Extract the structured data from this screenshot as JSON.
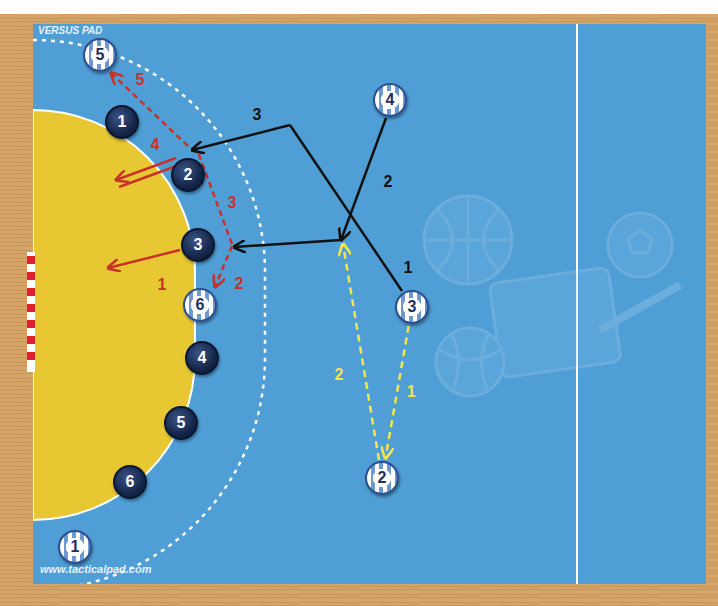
{
  "diagram": {
    "nodes": [
      {
        "text": [
          "5"
        ]
      },
      {
        "text": [
          "1"
        ]
      },
      {
        "text": [
          "4"
        ]
      },
      {
        "text": [
          "2"
        ]
      },
      {
        "text": [
          "3"
        ]
      },
      {
        "text": [
          "6"
        ]
      },
      {
        "text": [
          "3"
        ]
      },
      {
        "text": [
          "4"
        ]
      },
      {
        "text": [
          "5"
        ]
      },
      {
        "text": [
          "6"
        ]
      },
      {
        "text": [
          "2"
        ]
      },
      {
        "text": [
          "1"
        ]
      }
    ],
    "edges": [
      {
        "from": 6,
        "to": 10,
        "arrow": "to",
        "label": "1"
      }
    ],
    "labels": [
      "1",
      "2",
      "3",
      "1",
      "2",
      "3",
      "4",
      "5",
      "2",
      "VERSUS PAD",
      "www.tacticalpad.com"
    ]
  }
}
